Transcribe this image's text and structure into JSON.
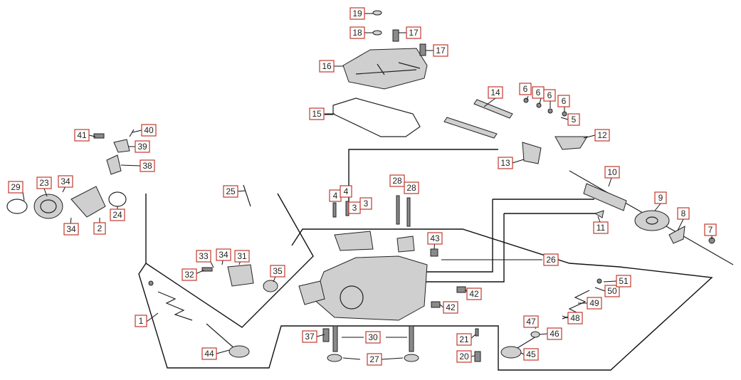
{
  "callouts": [
    {
      "id": "c1",
      "label": "1"
    },
    {
      "id": "c2",
      "label": "2"
    },
    {
      "id": "c3a",
      "label": "3"
    },
    {
      "id": "c3b",
      "label": "3"
    },
    {
      "id": "c4a",
      "label": "4"
    },
    {
      "id": "c4b",
      "label": "4"
    },
    {
      "id": "c5",
      "label": "5"
    },
    {
      "id": "c6a",
      "label": "6"
    },
    {
      "id": "c6b",
      "label": "6"
    },
    {
      "id": "c6c",
      "label": "6"
    },
    {
      "id": "c6d",
      "label": "6"
    },
    {
      "id": "c7",
      "label": "7"
    },
    {
      "id": "c8",
      "label": "8"
    },
    {
      "id": "c9",
      "label": "9"
    },
    {
      "id": "c10",
      "label": "10"
    },
    {
      "id": "c11",
      "label": "11"
    },
    {
      "id": "c12",
      "label": "12"
    },
    {
      "id": "c13",
      "label": "13"
    },
    {
      "id": "c14",
      "label": "14"
    },
    {
      "id": "c15",
      "label": "15"
    },
    {
      "id": "c16",
      "label": "16"
    },
    {
      "id": "c17a",
      "label": "17"
    },
    {
      "id": "c17b",
      "label": "17"
    },
    {
      "id": "c18",
      "label": "18"
    },
    {
      "id": "c19",
      "label": "19"
    },
    {
      "id": "c20",
      "label": "20"
    },
    {
      "id": "c21",
      "label": "21"
    },
    {
      "id": "c23",
      "label": "23"
    },
    {
      "id": "c24",
      "label": "24"
    },
    {
      "id": "c25",
      "label": "25"
    },
    {
      "id": "c26",
      "label": "26"
    },
    {
      "id": "c27",
      "label": "27"
    },
    {
      "id": "c28a",
      "label": "28"
    },
    {
      "id": "c28b",
      "label": "28"
    },
    {
      "id": "c29",
      "label": "29"
    },
    {
      "id": "c30",
      "label": "30"
    },
    {
      "id": "c31",
      "label": "31"
    },
    {
      "id": "c32",
      "label": "32"
    },
    {
      "id": "c33",
      "label": "33"
    },
    {
      "id": "c34a",
      "label": "34"
    },
    {
      "id": "c34b",
      "label": "34"
    },
    {
      "id": "c34c",
      "label": "34"
    },
    {
      "id": "c35",
      "label": "35"
    },
    {
      "id": "c37",
      "label": "37"
    },
    {
      "id": "c38",
      "label": "38"
    },
    {
      "id": "c39",
      "label": "39"
    },
    {
      "id": "c40",
      "label": "40"
    },
    {
      "id": "c41",
      "label": "41"
    },
    {
      "id": "c42a",
      "label": "42"
    },
    {
      "id": "c42b",
      "label": "42"
    },
    {
      "id": "c43",
      "label": "43"
    },
    {
      "id": "c44",
      "label": "44"
    },
    {
      "id": "c45",
      "label": "45"
    },
    {
      "id": "c46",
      "label": "46"
    },
    {
      "id": "c47",
      "label": "47"
    },
    {
      "id": "c48",
      "label": "48"
    },
    {
      "id": "c49",
      "label": "49"
    },
    {
      "id": "c50",
      "label": "50"
    },
    {
      "id": "c51",
      "label": "51"
    }
  ]
}
